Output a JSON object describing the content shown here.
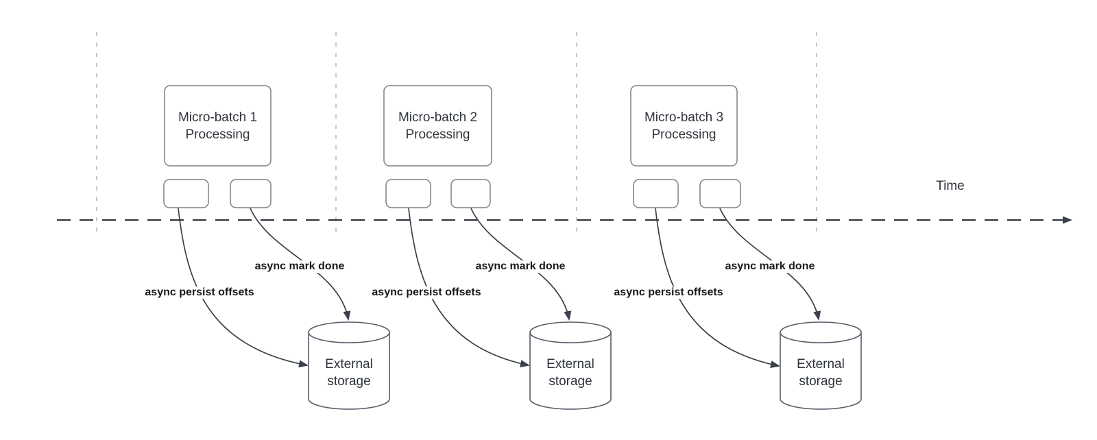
{
  "diagram": {
    "time_axis_label": "Time",
    "colors": {
      "connector": "#3a414c",
      "time_axis": "#2b2f36",
      "gridline": "#b4b6ba",
      "process_box_border": "#7a8089",
      "cylinder_border": "#555d68",
      "node_text": "#2f343c",
      "edge_label_text": "#17191c",
      "background": "#ffffff"
    },
    "groups": [
      {
        "box_title_line1": "Micro-batch 1",
        "box_title_line2": "Processing",
        "persist_label": "async persist offsets",
        "mark_done_label": "async mark done",
        "storage_line1": "External",
        "storage_line2": "storage"
      },
      {
        "box_title_line1": "Micro-batch 2",
        "box_title_line2": "Processing",
        "persist_label": "async persist offsets",
        "mark_done_label": "async mark done",
        "storage_line1": "External",
        "storage_line2": "storage"
      },
      {
        "box_title_line1": "Micro-batch 3",
        "box_title_line2": "Processing",
        "persist_label": "async persist offsets",
        "mark_done_label": "async mark done",
        "storage_line1": "External",
        "storage_line2": "storage"
      }
    ]
  }
}
